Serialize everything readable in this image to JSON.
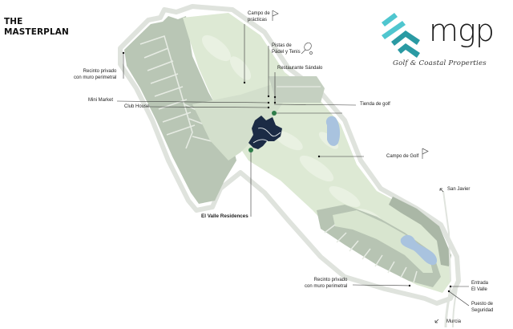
{
  "header": {
    "title_line1": "THE",
    "title_line2": "MASTERPLAN"
  },
  "brand": {
    "name": "mgp",
    "tagline": "Golf & Coastal Properties",
    "colors": {
      "teal_light": "#4fc6cf",
      "teal_dark": "#2a9aa3",
      "text": "#1b1b1b"
    }
  },
  "map": {
    "colors": {
      "golf_course": "#dde9d4",
      "golf_patches": "#e8f0e0",
      "residential_plots": "#b7c4b3",
      "residential_dark": "#a9b6a5",
      "lakes": "#a9c3df",
      "outline": "#e3e6e1",
      "highlight_residences": "#1b2b45",
      "marker_green": "#2f7d4a"
    },
    "labels": {
      "campo_practicas": {
        "line1": "Campo de",
        "line2": "prácticas",
        "icon": "flag-icon"
      },
      "pistas_padel": {
        "line1": "Pistas de",
        "line2": "Pádel y Tenis",
        "icon": "racket-icon"
      },
      "restaurante": "Restaurante Sándalo",
      "recinto_norte": {
        "line1": "Recinto privado",
        "line2": "con muro perimetral"
      },
      "mini_market": "Mini Market",
      "club_house": "Club House",
      "tienda_golf": "Tienda de golf",
      "campo_golf": {
        "text": "Campo de Golf",
        "icon": "flag-icon"
      },
      "el_valle_residences": "El Valle Residences",
      "san_javier": {
        "text": "San Javier",
        "icon": "arrow-up-left-icon"
      },
      "recinto_sur": {
        "line1": "Recinto privado",
        "line2": "con muro perimetral"
      },
      "entrada": {
        "line1": "Entrada",
        "line2": "El Valle"
      },
      "puesto": {
        "line1": "Puesto de",
        "line2": "Seguridad"
      },
      "murcia": {
        "text": "Murcia",
        "icon": "arrow-down-left-icon"
      }
    }
  }
}
